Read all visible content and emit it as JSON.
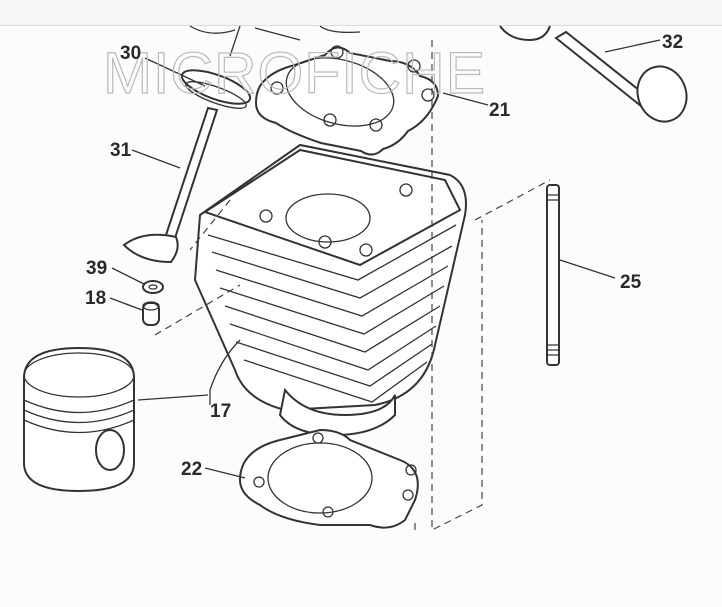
{
  "watermark": "MICROFICHE",
  "callouts": {
    "p17": "17",
    "p18": "18",
    "p21": "21",
    "p22": "22",
    "p25": "25",
    "p30": "30",
    "p31": "31",
    "p32": "32",
    "p39": "39"
  }
}
